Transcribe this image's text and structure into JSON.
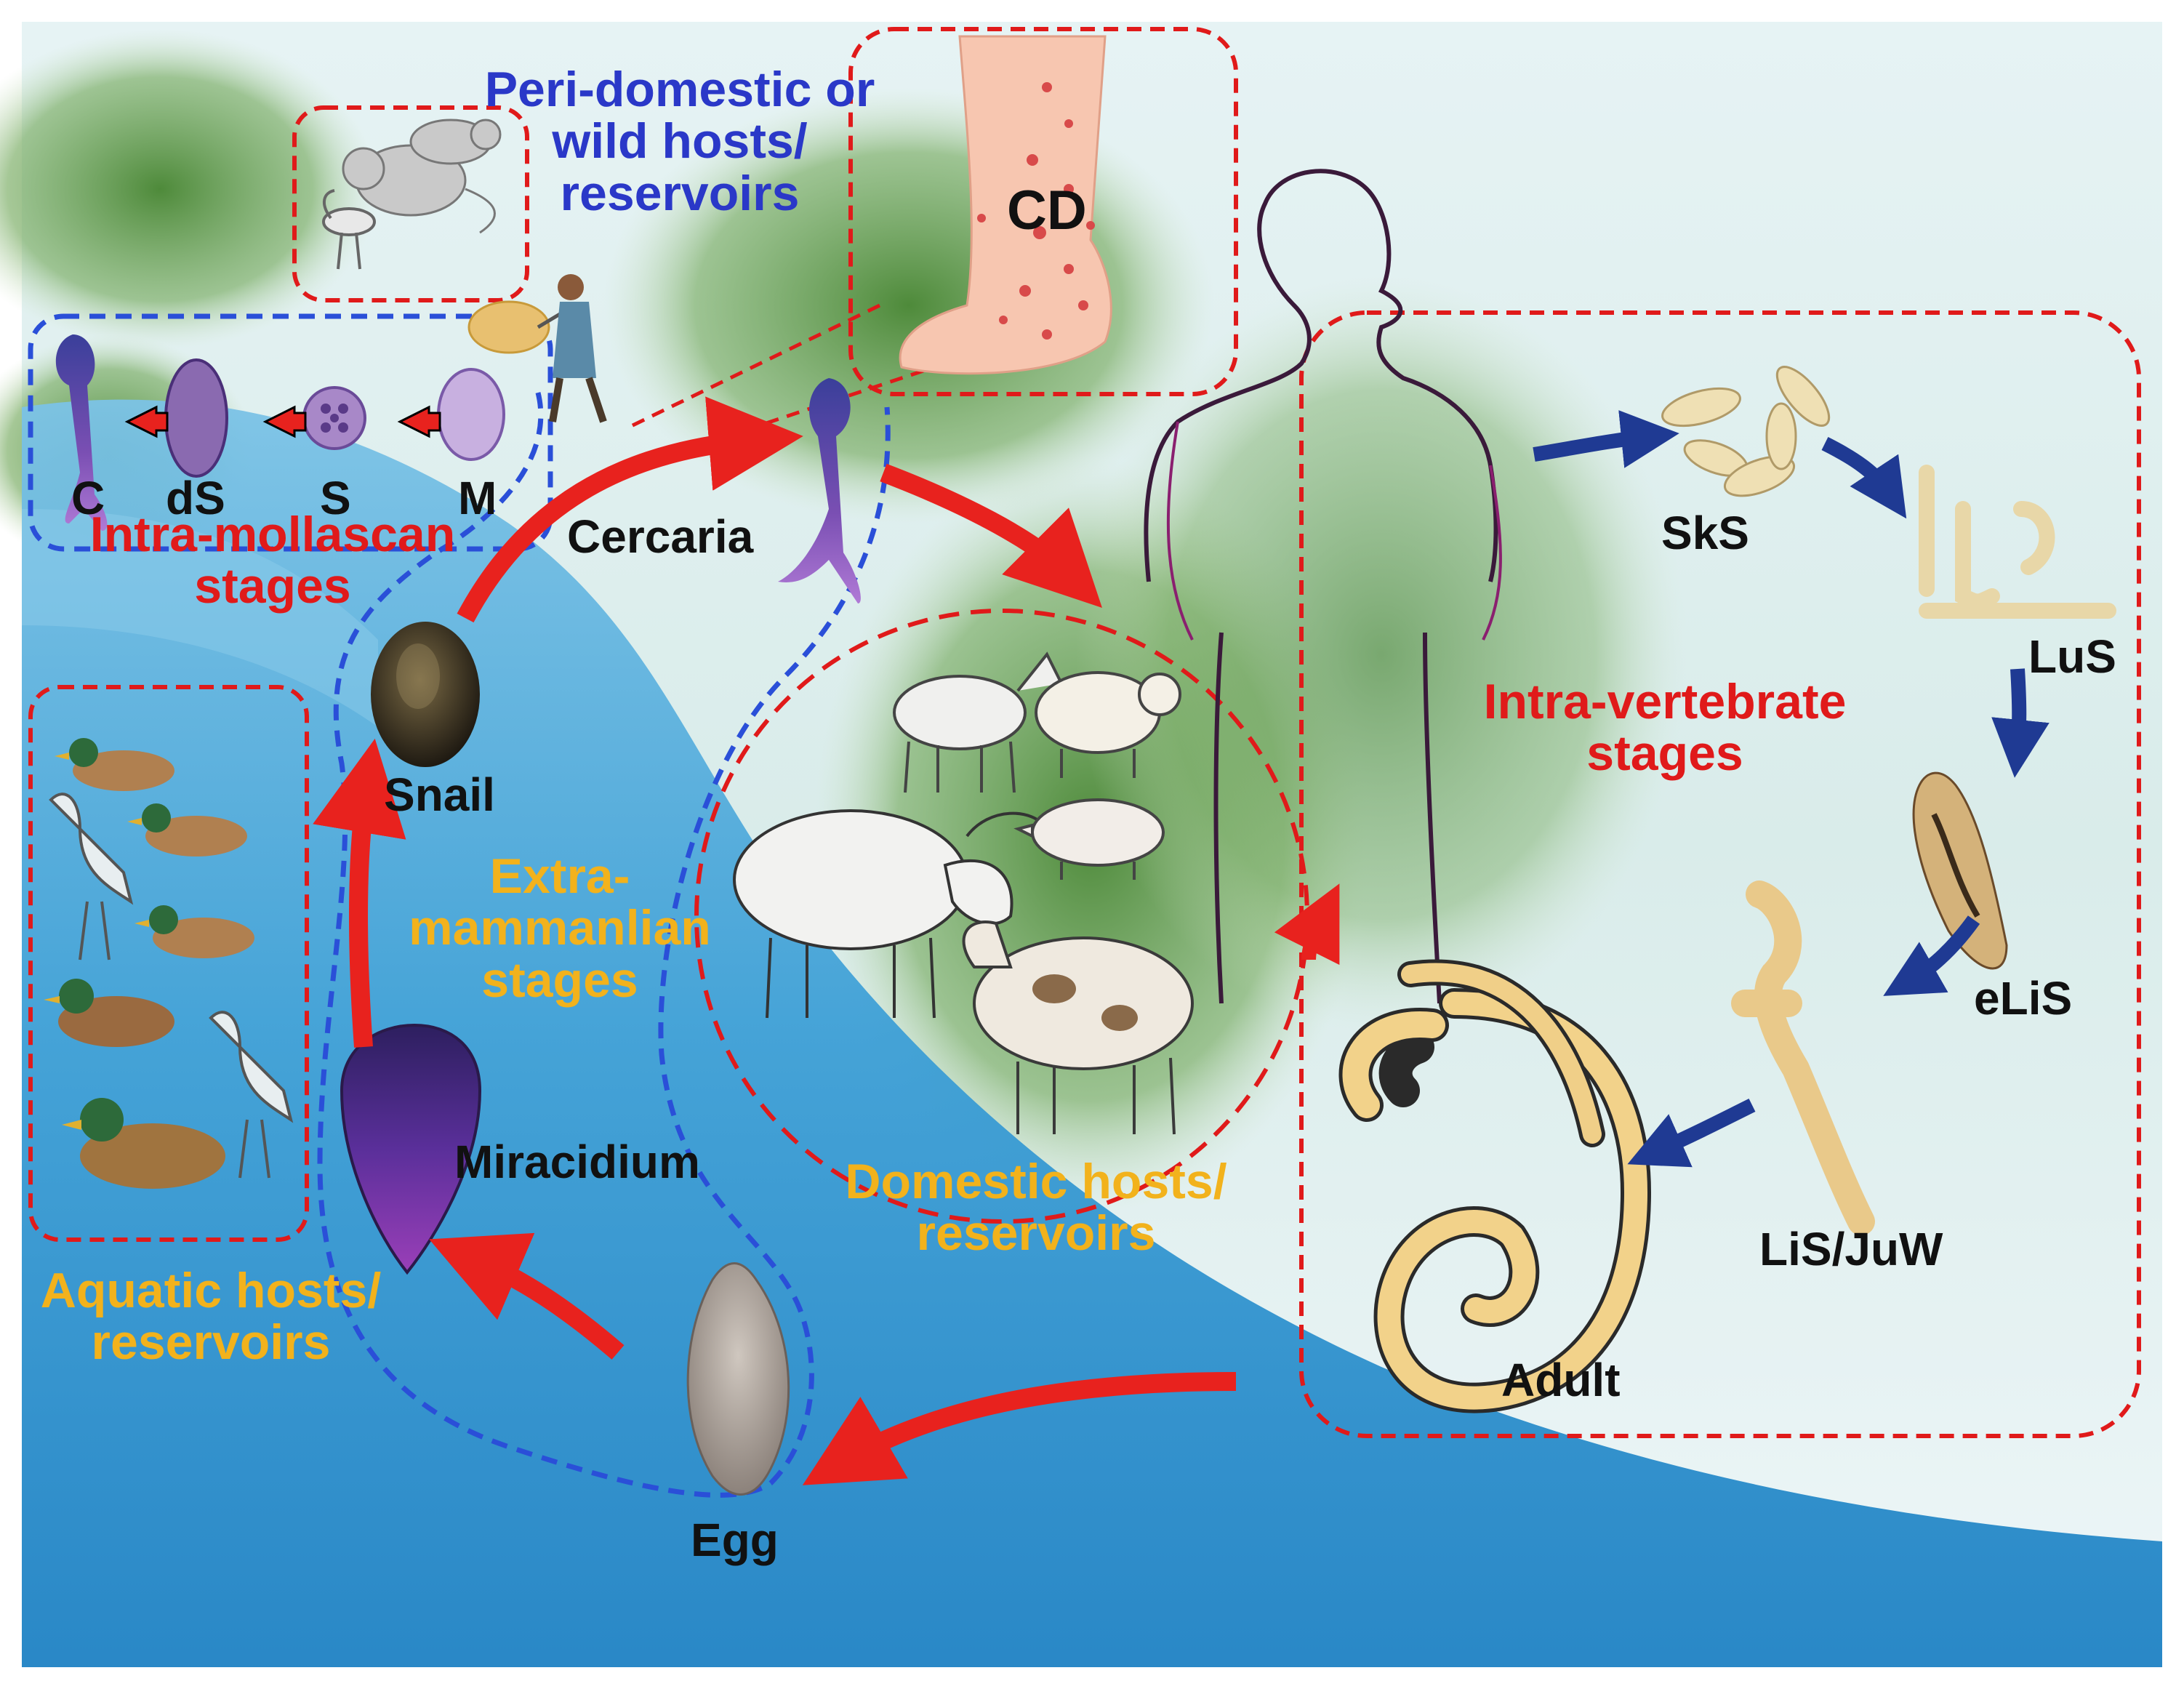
{
  "colors": {
    "red": "#e01a1a",
    "blue": "#2a38c8",
    "orange": "#f2b21c",
    "dark_blue_arrow": "#1f3a93",
    "water": "#4aa6d8"
  },
  "hosts": {
    "peri_domestic": "Peri-domestic or wild hosts/ reservoirs",
    "domestic": "Domestic hosts/ reservoirs",
    "aquatic": "Aquatic hosts/ reservoirs"
  },
  "disease": {
    "label": "CD"
  },
  "stage_groups": {
    "intra_mollascan": "Intra-mollascan stages",
    "extra_mammalian": "Extra- mammanlian stages",
    "intra_vertebrate": "Intra-vertebrate stages"
  },
  "mollascan_stages": [
    "C",
    "dS",
    "S",
    "M"
  ],
  "cycle": {
    "cercaria": "Cercaria",
    "snail": "Snail",
    "miracidium": "Miracidium",
    "egg": "Egg"
  },
  "vertebrate_stages": {
    "sks": "SkS",
    "lus": "LuS",
    "elis": "eLiS",
    "lis_juw": "LiS/JuW",
    "adult": "Adult"
  },
  "icons": [
    "rodent-icon",
    "heron-icon",
    "human-silhouette-icon",
    "foot-icon",
    "snail-icon",
    "duck-icon",
    "goat-icon",
    "sheep-icon",
    "buffalo-icon",
    "pig-icon",
    "cow-icon",
    "schistosome-worm-icon"
  ]
}
